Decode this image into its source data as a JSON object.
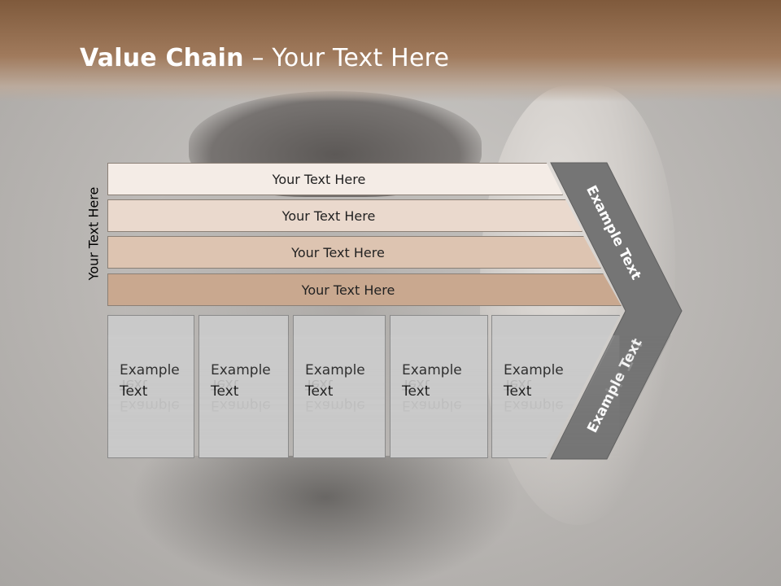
{
  "slide": {
    "title_bold": "Value Chain",
    "title_rest": " – Your Text Here",
    "vertical_label": "Your Text Here"
  },
  "bands": [
    {
      "label": "Your Text Here",
      "color": "#f4ece6"
    },
    {
      "label": "Your Text Here",
      "color": "#ead9cd"
    },
    {
      "label": "Your Text Here",
      "color": "#ddc4b1"
    },
    {
      "label": "Your Text Here",
      "color": "#c9a88f"
    }
  ],
  "boxes": [
    {
      "line1": "Example",
      "line2": "Text"
    },
    {
      "line1": "Example",
      "line2": "Text"
    },
    {
      "line1": "Example",
      "line2": "Text"
    },
    {
      "line1": "Example",
      "line2": "Text"
    },
    {
      "line1": "Example",
      "line2": "Text"
    }
  ],
  "chevron": {
    "upper_text": "Example Text",
    "lower_text": "Example Text",
    "color": "#757575"
  }
}
